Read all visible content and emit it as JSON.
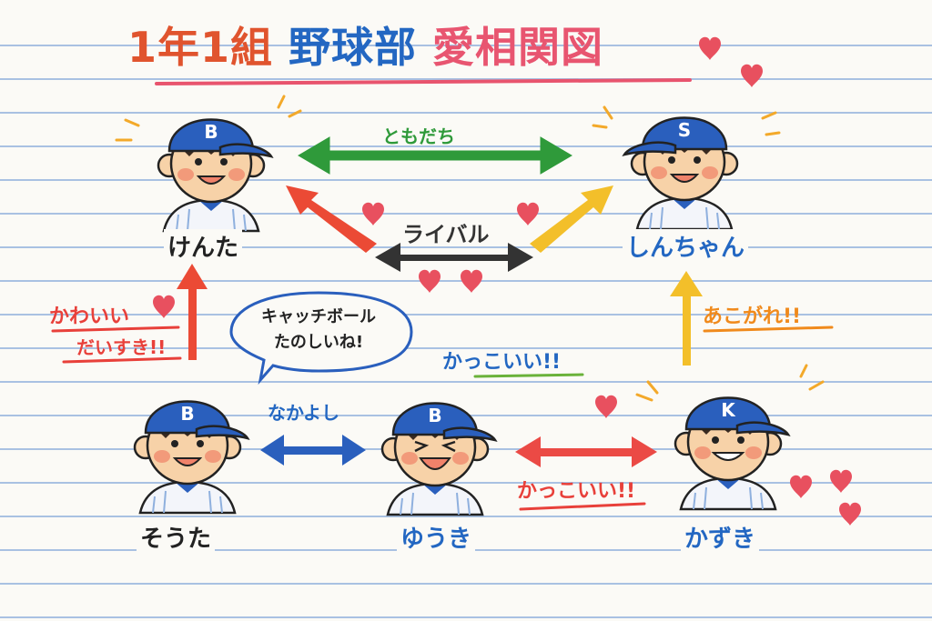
{
  "title": {
    "part1": "1年1組",
    "part2": "野球部",
    "part3": "愛相関図",
    "colors": {
      "part1": "#e0542e",
      "part2": "#2367c2",
      "part3": "#e85570",
      "underline": "#e8546e"
    }
  },
  "characters": [
    {
      "id": "kenta",
      "name": "けんた",
      "cap_letter": "B",
      "expression": "smile",
      "name_color": "#222222"
    },
    {
      "id": "shinchan",
      "name": "しんちゃん",
      "cap_letter": "S",
      "expression": "smile",
      "name_color": "#2367c2"
    },
    {
      "id": "souta",
      "name": "そうた",
      "cap_letter": "B",
      "expression": "smile",
      "name_color": "#222222"
    },
    {
      "id": "yuuki",
      "name": "ゆうき",
      "cap_letter": "B",
      "expression": "laughing",
      "name_color": "#2367c2"
    },
    {
      "id": "kazuki",
      "name": "かずき",
      "cap_letter": "K",
      "expression": "grin",
      "name_color": "#2367c2"
    }
  ],
  "relations": [
    {
      "from": "kenta",
      "to": "shinchan",
      "direction": "both",
      "label": "ともだち",
      "color": "#2f9a3a"
    },
    {
      "from": "kenta",
      "to": "shinchan",
      "direction": "both",
      "label": "ライバル",
      "color": "#333333"
    },
    {
      "from": "souta",
      "to": "kenta",
      "direction": "to",
      "label": "かわいい♥ だいすき!!",
      "color": "#e8403a"
    },
    {
      "from": "souta",
      "to": "yuuki",
      "direction": "both",
      "label": "なかよし",
      "color": "#2367c2"
    },
    {
      "from": "yuuki",
      "to": "kazuki",
      "direction": "both",
      "label": "かっこいい!!",
      "color": "#e8403a"
    },
    {
      "from": "kazuki",
      "to": "shinchan",
      "direction": "to",
      "label": "あこがれ!!",
      "color": "#f0b21e"
    }
  ],
  "labels": {
    "friends": "ともだち",
    "rivals": "ライバル",
    "cute": "かわいい",
    "love": "だいすき!!",
    "close_friends": "なかよし",
    "cool_top": "かっこいい!!",
    "cool_bottom": "かっこいい!!",
    "admire": "あこがれ!!"
  },
  "speech_bubble": {
    "line1": "キャッチボール",
    "line2": "たのしいね!"
  },
  "colors": {
    "paper": "#fbfaf6",
    "rule_line": "#a9c1e2",
    "cap_blue": "#2a5fbd",
    "skin": "#f7d2a8",
    "heart": "#e8505f"
  }
}
